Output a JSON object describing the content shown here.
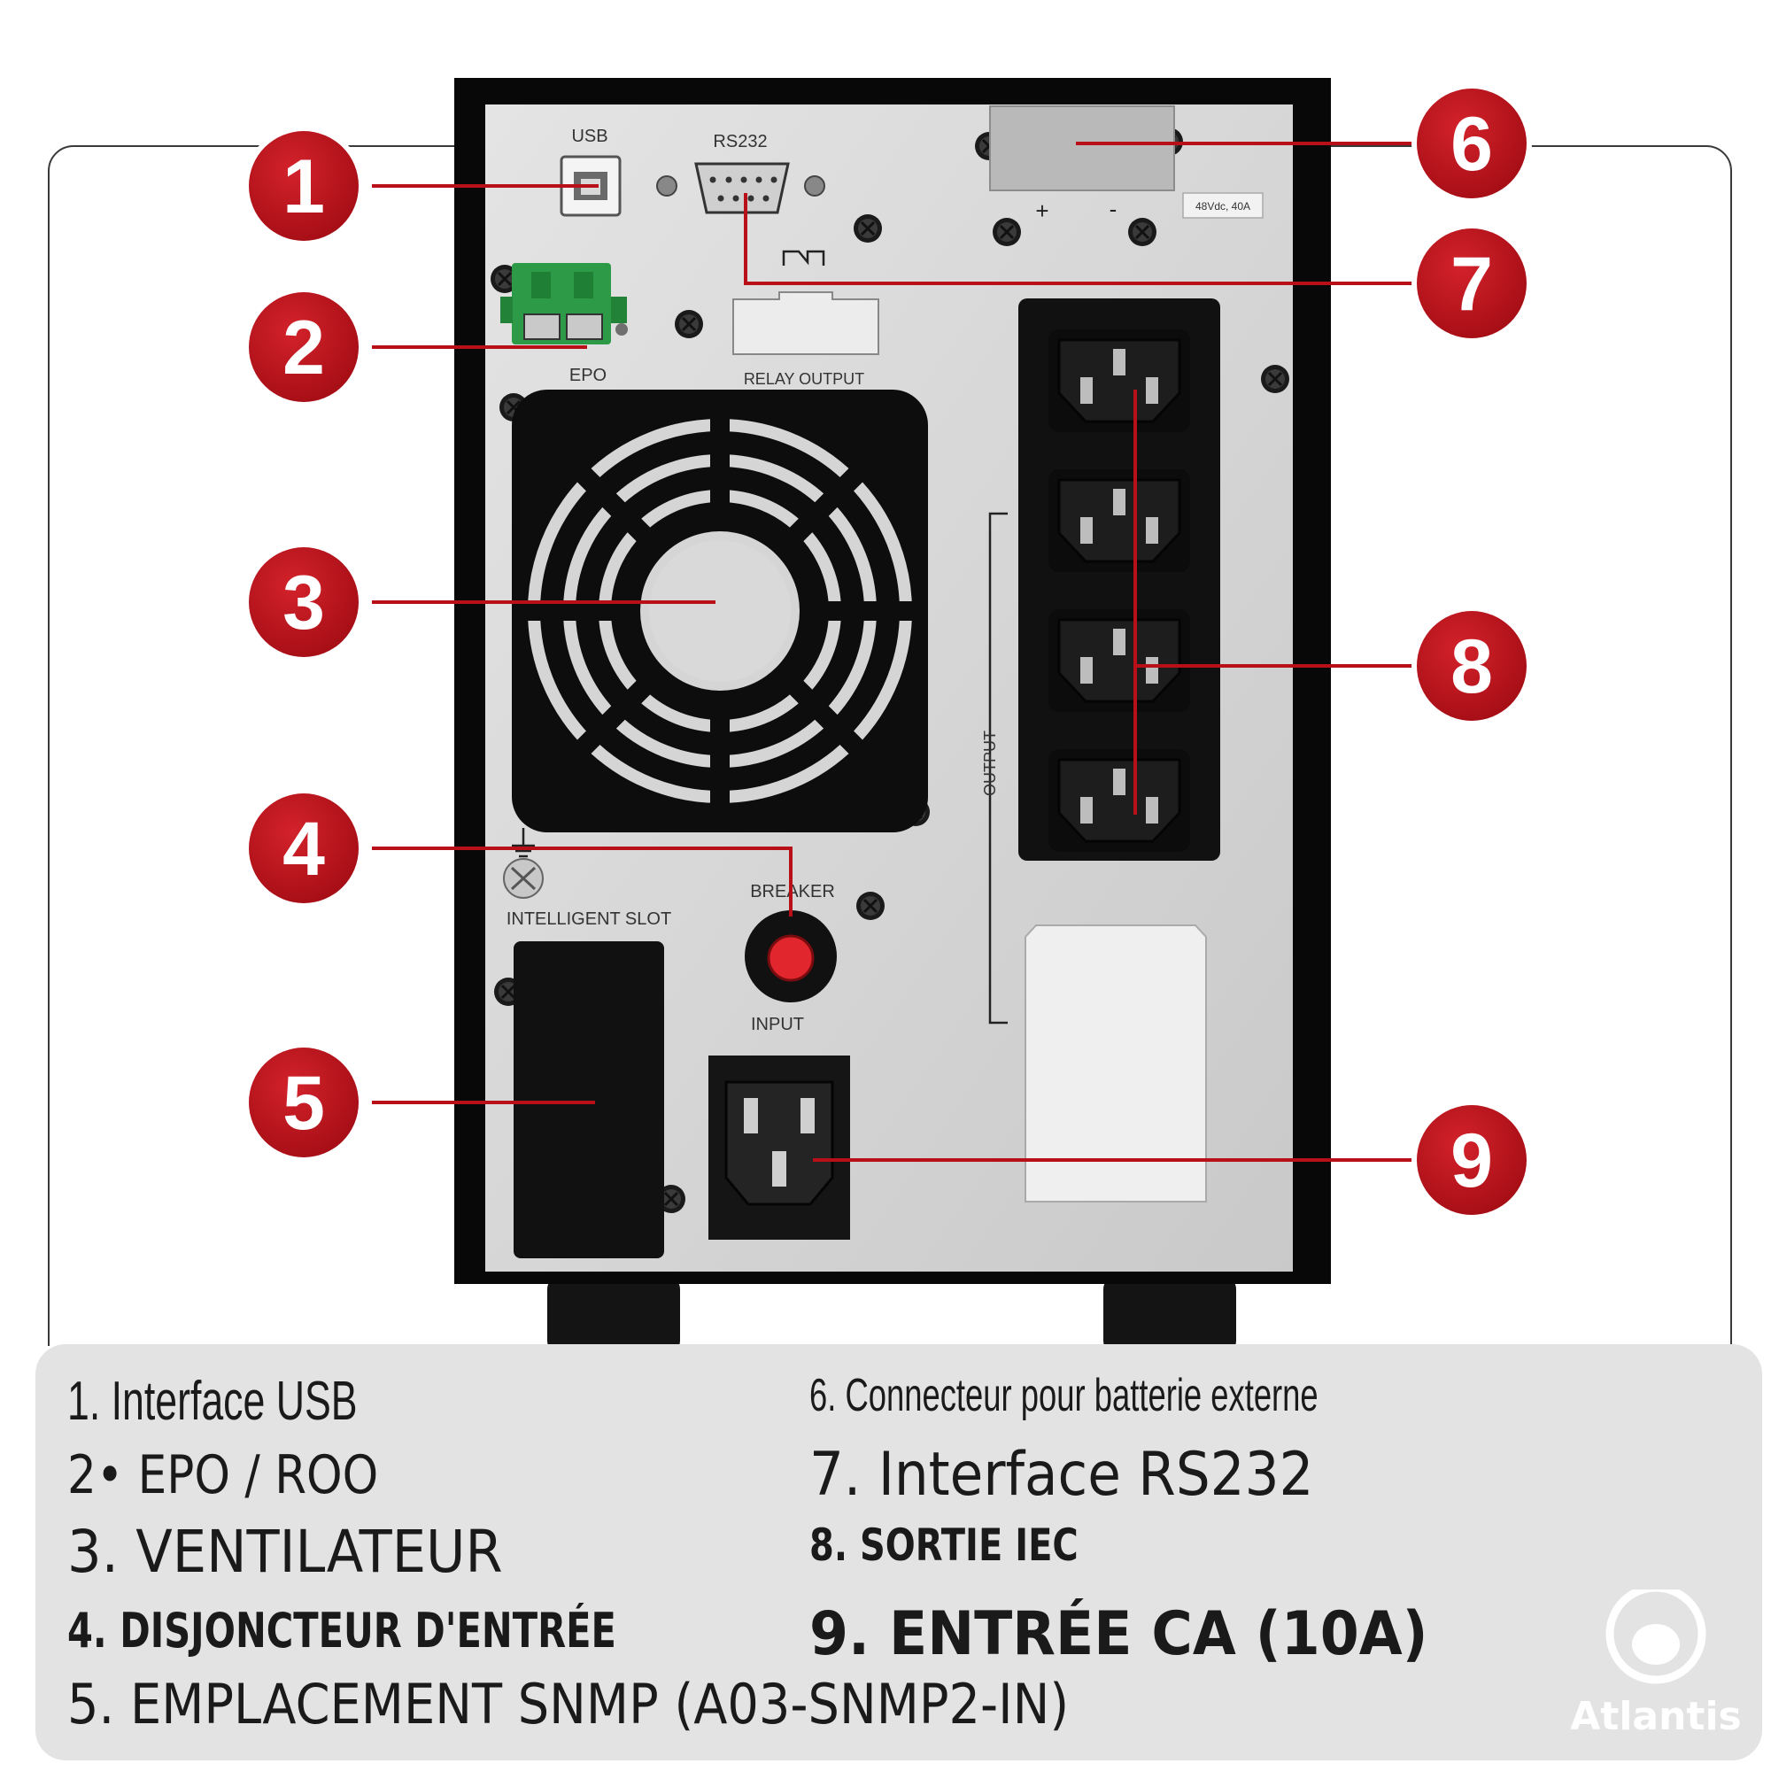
{
  "panel": {
    "usb_label": "USB",
    "rs232_label": "RS232",
    "epo_label": "EPO",
    "relay_output_label": "RELAY OUTPUT",
    "battery_rating": "48Vdc, 40A",
    "plus_label": "+",
    "minus_label": "-",
    "output_label": "OUTPUT",
    "breaker_label": "BREAKER",
    "intelligent_slot_label": "INTELLIGENT SLOT",
    "input_label": "INPUT"
  },
  "callouts": [
    "1",
    "2",
    "3",
    "4",
    "5",
    "6",
    "7",
    "8",
    "9"
  ],
  "legend": {
    "item1": "1. Interface USB",
    "item2": "2• EPO / ROO",
    "item3": "3. VENTILATEUR",
    "item4": "4. DISJONCTEUR D'ENTRÉE",
    "item5": "5. EMPLACEMENT SNMP (A03-SNMP2-IN)",
    "item6": "6. Connecteur pour batterie externe",
    "item7": "7. Interface RS232",
    "item8": "8. SORTIE IEC",
    "item9": "9. ENTRÉE CA (10A)"
  },
  "brand": {
    "name": "Atlantis"
  },
  "colors": {
    "callout_red": "#b80f18",
    "legend_bg": "#e3e3e3",
    "panel_grey": "#d7d7d7"
  }
}
